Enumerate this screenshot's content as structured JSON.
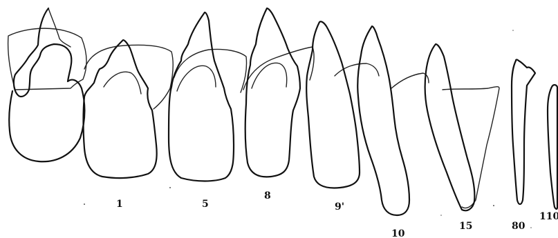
{
  "figure": {
    "specimens": [
      {
        "id": "1",
        "label": "1"
      },
      {
        "id": "5",
        "label": "5"
      },
      {
        "id": "8",
        "label": "8"
      },
      {
        "id": "9",
        "label": "9'"
      },
      {
        "id": "10",
        "label": "10"
      },
      {
        "id": "15",
        "label": "15"
      },
      {
        "id": "80",
        "label": "80"
      },
      {
        "id": "110",
        "label": "110"
      }
    ]
  }
}
